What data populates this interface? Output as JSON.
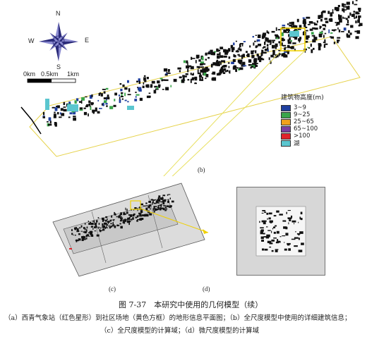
{
  "compass": {
    "north": "N",
    "south": "S",
    "east": "E",
    "west": "W"
  },
  "scale_bar": {
    "tick_0": "0km",
    "tick_1": "0.5km",
    "tick_2": "1km"
  },
  "legend": {
    "title": "建筑物高度(m)",
    "items": [
      {
        "label": "3~9",
        "color": "#1f3f9f"
      },
      {
        "label": "9~25",
        "color": "#3aa54a"
      },
      {
        "label": "25~65",
        "color": "#f2a21b"
      },
      {
        "label": "65~100",
        "color": "#7b3fa0"
      },
      {
        "label": ">100",
        "color": "#e0242b"
      },
      {
        "label": "湖",
        "color": "#5bc6cf"
      }
    ]
  },
  "panels": {
    "b": "(b)",
    "c": "(c)",
    "d": "(d)"
  },
  "caption": {
    "title": "图 7-37　本研究中使用的几何模型（续）",
    "line1": "（a）西青气象站（红色星形）到社区场地（黄色方框）的地形信息平面图；（b）全尺度模型中使用的详细建筑信息；",
    "line2": "（c）全尺度模型的计算域；（d）微尺度模型的计算域"
  }
}
